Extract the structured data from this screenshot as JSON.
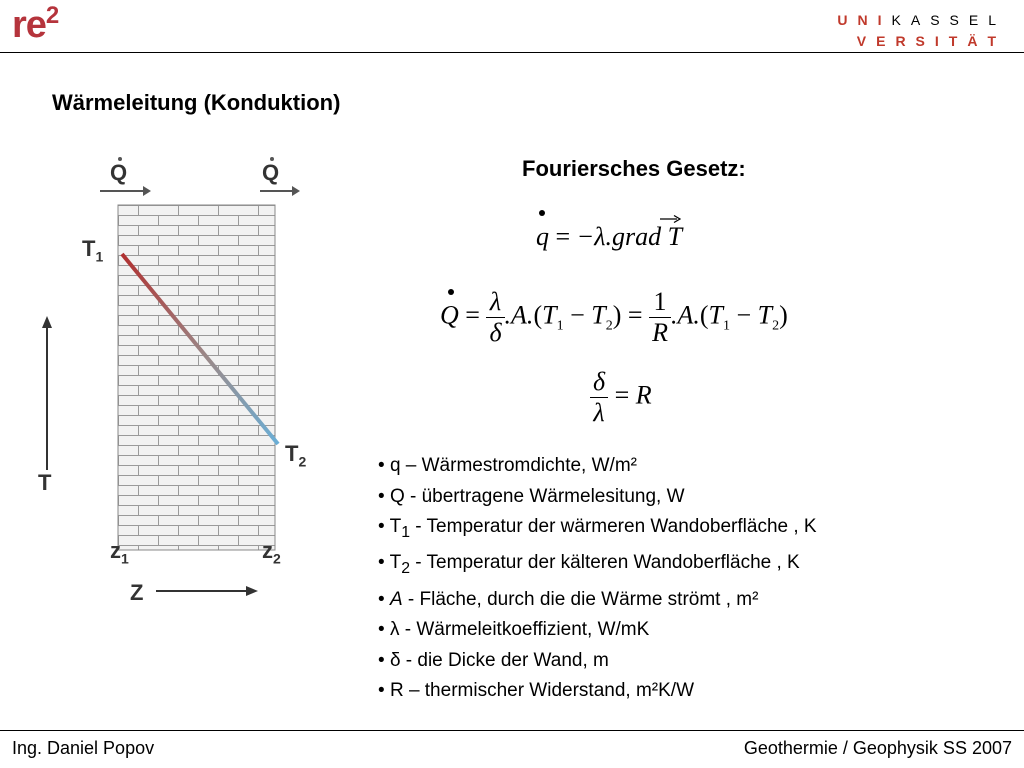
{
  "header": {
    "logo_main": "re",
    "logo_sup": "2",
    "uni_line1_red": "UNI",
    "uni_line1_black": "KASSEL",
    "uni_line2": "VERSITÄT"
  },
  "slide_title": "Wärmeleitung (Konduktion)",
  "fourier_title": "Fouriersches Gesetz:",
  "diagram": {
    "q_left": "Q",
    "q_right": "Q",
    "t1": "T",
    "t1_sub": "1",
    "t2": "T",
    "t2_sub": "2",
    "t_axis": "T",
    "z1": "z",
    "z1_sub": "1",
    "z2": "z",
    "z2_sub": "2",
    "z_axis": "Z"
  },
  "equations": {
    "eq1": {
      "q": "q",
      "eq": "=",
      "rest": "−λ.grad",
      "T": "T"
    },
    "eq2": {
      "Q": "Q",
      "lambda": "λ",
      "delta": "δ",
      "A": ".A.",
      "T": "T",
      "one": "1",
      "R": "R",
      "s1": "1",
      "s2": "2"
    },
    "eq3": {
      "delta": "δ",
      "lambda": "λ",
      "R": "R"
    }
  },
  "legend": [
    {
      "pre": "•  ",
      "text": "q – Wärmestromdichte, W/m²"
    },
    {
      "pre": "• ",
      "text": "Q - übertragene Wärmelesitung, W"
    },
    {
      "pre": "• T",
      "sub": "1",
      "text": " - Temperatur der wärmeren Wandoberfläche , K"
    },
    {
      "pre": "• T",
      "sub": "2",
      "text": " - Temperatur der kälteren Wandoberfläche , K"
    },
    {
      "pre": "•  ",
      "ital": "A",
      "text": " - Fläche, durch die die Wärme strömt , m²"
    },
    {
      "pre": "•  ",
      "text": "λ - Wärmeleitkoeffizient, W/mK"
    },
    {
      "pre": "•  ",
      "text": "δ - die Dicke der Wand, m"
    },
    {
      "pre": "•  ",
      "text": "R – thermischer Widerstand, m²K/W"
    }
  ],
  "footer": {
    "author": "Ing. Daniel Popov",
    "course": "Geothermie / Geophysik  SS 2007"
  },
  "colors": {
    "logo": "#b5343c",
    "uni_red": "#c0392b",
    "hot": "#b03030",
    "cold": "#6aaed6"
  }
}
